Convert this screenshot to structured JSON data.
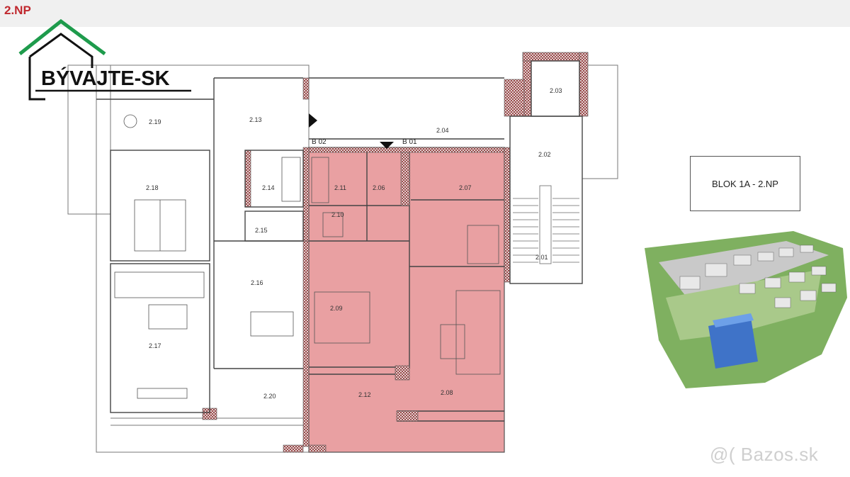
{
  "floor_label": "2.NP",
  "brand": {
    "name": "BÝVAJTE-SK"
  },
  "block_label": "BLOK 1A - 2.NP",
  "watermark": "@( Bazos.sk",
  "units": {
    "b01": "B 01",
    "b02": "B 02"
  },
  "rooms": {
    "r203": "2.03",
    "r204": "2.04",
    "r202": "2.02",
    "r201": "2.01",
    "r219": "2.19",
    "r213": "2.13",
    "r214": "2.14",
    "r215": "2.15",
    "r218": "2.18",
    "r216": "2.16",
    "r217": "2.17",
    "r220": "2.20",
    "r211": "2.11",
    "r210": "2.10",
    "r206": "2.06",
    "r207": "2.07",
    "r209": "2.09",
    "r212": "2.12",
    "r208": "2.08"
  },
  "colors": {
    "highlight": "#e9a0a2",
    "brand_green": "#1e9b4c",
    "floor_label": "#c0282e"
  }
}
